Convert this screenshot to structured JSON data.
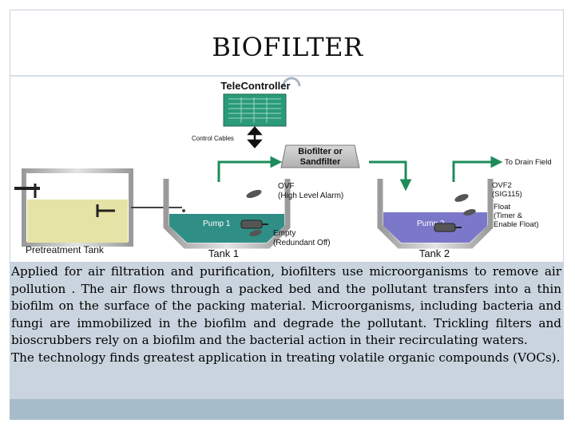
{
  "title": "BIOFILTER",
  "diagram": {
    "telecontroller": "TeleController",
    "control_cables": "Control Cables",
    "biofilter_line1": "Biofilter or",
    "biofilter_line2": "Sandfilter",
    "drain_field": "To Drain Field",
    "ovf_line1": "OVF",
    "ovf_line2": "(High Level Alarm)",
    "pump1": "Pump 1",
    "empty_line1": "Empty",
    "empty_line2": "(Redundant Off)",
    "pretreatment_tank": "Pretreatment Tank",
    "tank1": "Tank 1",
    "tank2": "Tank 2",
    "pump2": "Pump 2",
    "ovf2_line1": "OVF2",
    "ovf2_line2": "(SIG115)",
    "float_line1": "Float",
    "float_line2": "(Timer &",
    "float_line3": "Enable Float)"
  },
  "body": {
    "paragraph1": "Applied for air filtration and purification, biofilters use microorganisms to remove air pollution . The air flows through a packed bed and the pollutant transfers into a thin biofilm on the surface of the packing material. Microorganisms, including bacteria and fungi are immobilized in the biofilm and degrade the pollutant. Trickling filters and bioscrubbers rely on a biofilm and the bacterial action in their recirculating waters.",
    "paragraph2": "The technology finds greatest application in treating volatile organic compounds (VOCs)."
  },
  "colors": {
    "text_panel": "#c9d4de",
    "footer_band": "#a7bccb",
    "pretreatment_liquid": "#e6e3a6",
    "tank1_liquid": "#2f8f86",
    "tank2_liquid": "#7b77c9",
    "pipe_green": "#1e8c5a",
    "telecontroller_green": "#2a9a78"
  }
}
